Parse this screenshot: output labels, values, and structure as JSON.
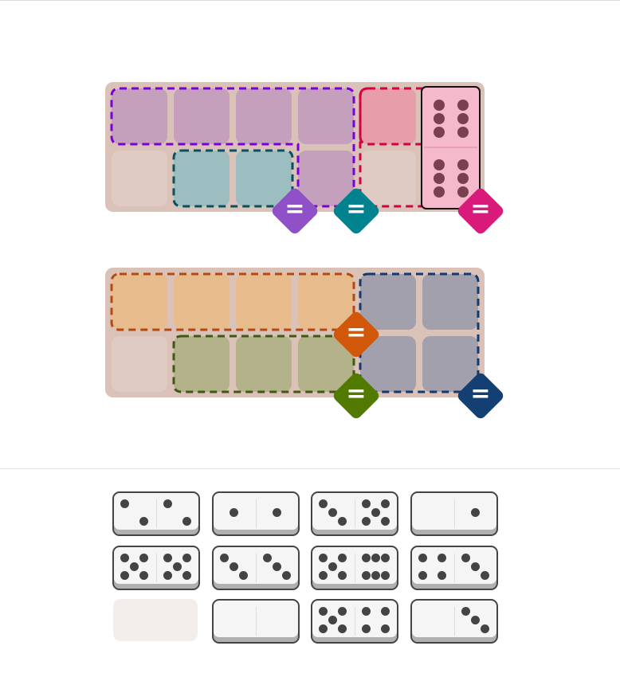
{
  "boards": [
    {
      "regions": [
        {
          "name": "purple",
          "fill": "#c4a0bc",
          "stroke": "#7a00d8",
          "badge": "#9050c8",
          "constraint": "="
        },
        {
          "name": "teal",
          "fill": "#9dbec0",
          "stroke": "#0a5060",
          "badge": "#00838f",
          "constraint": "="
        },
        {
          "name": "red",
          "fill": "#e89dab",
          "stroke": "#d40040",
          "badge": "#d81b7a",
          "constraint": "="
        }
      ],
      "placed_domino": {
        "values": [
          6,
          6
        ],
        "fill": "#f5b9cc",
        "pip_color": "#7a4050"
      }
    },
    {
      "regions": [
        {
          "name": "orange",
          "fill": "#e8bb8c",
          "stroke": "#b44a10",
          "badge": "#d1580a",
          "constraint": "="
        },
        {
          "name": "green",
          "fill": "#b4b28a",
          "stroke": "#3e5a10",
          "badge": "#527a00",
          "constraint": "="
        },
        {
          "name": "navy",
          "fill": "#a2a0ac",
          "stroke": "#123a6e",
          "badge": "#143f73",
          "constraint": "="
        }
      ]
    }
  ],
  "tray": [
    [
      2,
      2
    ],
    [
      1,
      1
    ],
    [
      3,
      5
    ],
    [
      0,
      1
    ],
    [
      5,
      5
    ],
    [
      3,
      3
    ],
    [
      5,
      6
    ],
    [
      4,
      3
    ],
    null,
    [
      0,
      0
    ],
    [
      5,
      4
    ],
    [
      0,
      3
    ]
  ]
}
